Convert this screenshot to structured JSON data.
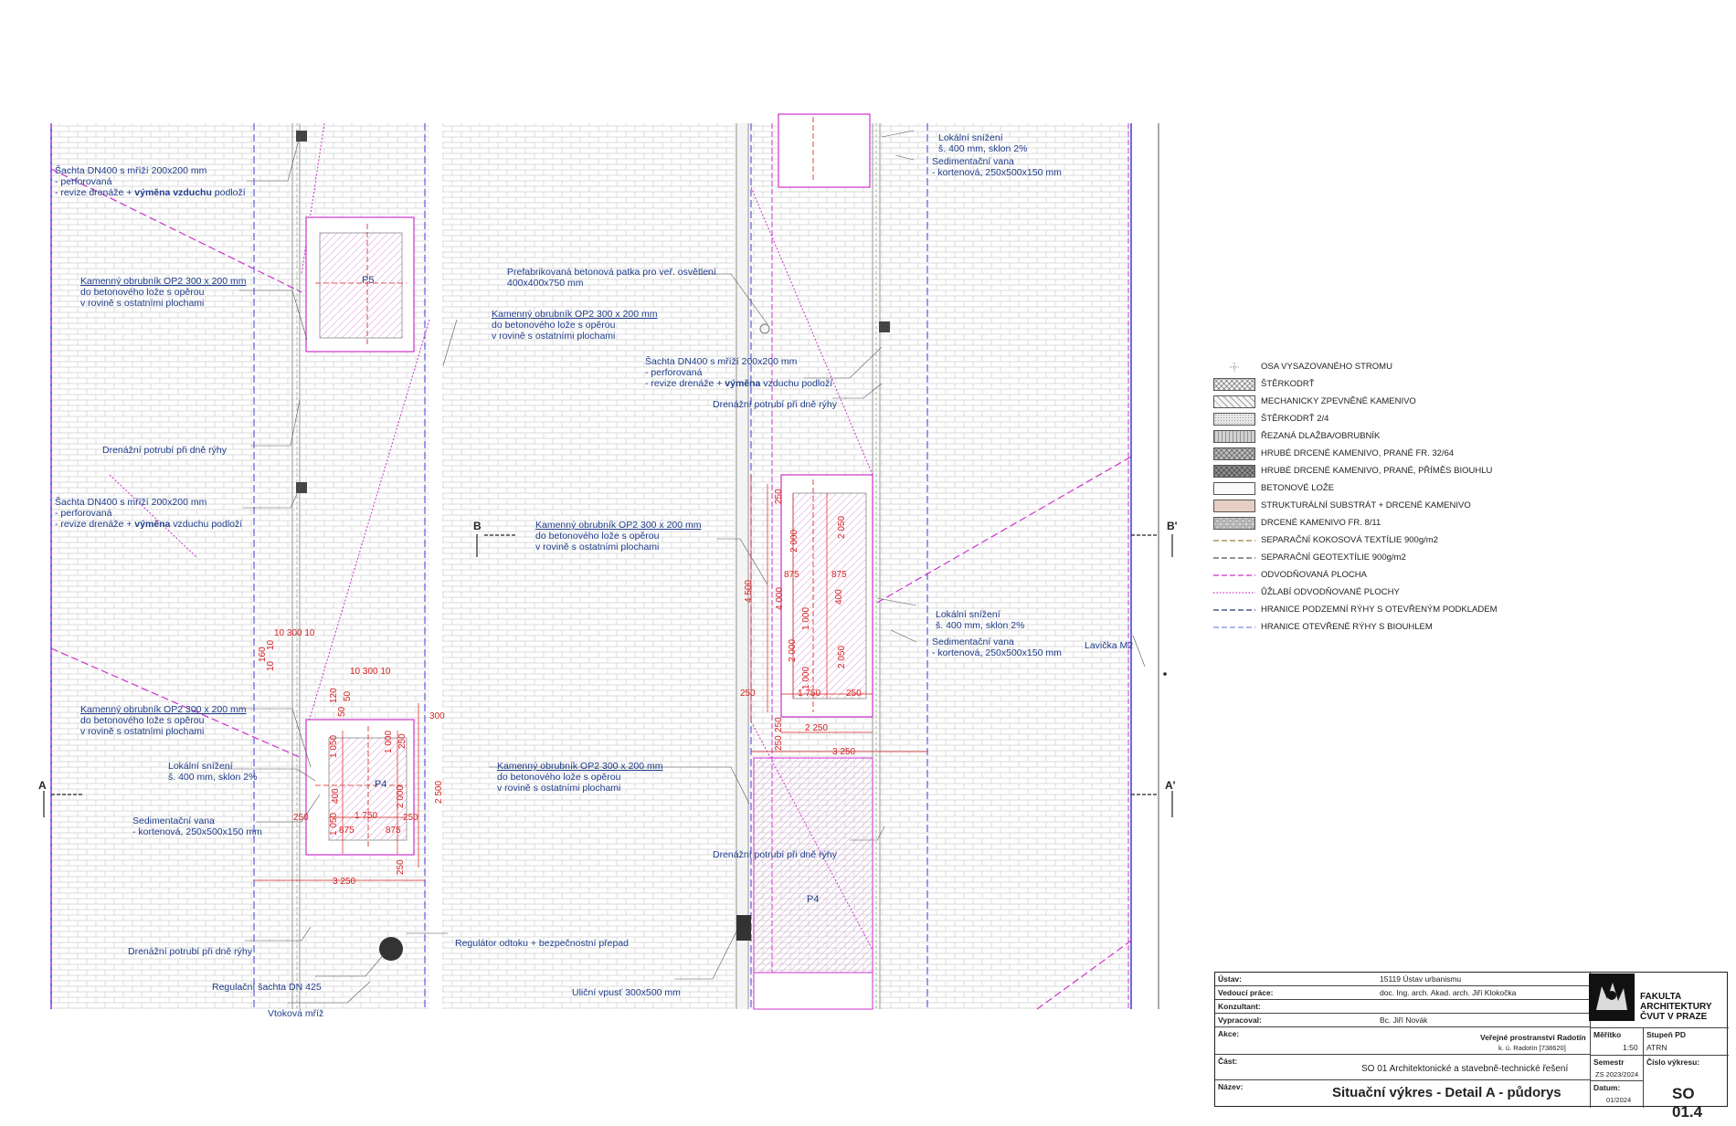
{
  "annotations": {
    "a1_l1": "Šachta DN400 s mříží 200x200 mm",
    "a1_l2": "- perforovaná",
    "a1_l3a": "- revize drenáže + ",
    "a1_l3b": "výměna vzduchu",
    "a1_l3c": " podloží",
    "a2_l1": "Kamenný obrubník OP2 300 x 200 mm",
    "a2_l2": "do betonového lože s opěrou",
    "a2_l3": "v rovině s ostatními plochami",
    "a3": "Drenážní potrubí při dně rýhy",
    "a4_l1": "Šachta DN400 s mříží 200x200 mm",
    "a4_l2": "- perforovaná",
    "a4_l3a": "- revize drenáže + ",
    "a4_l3b": "výměna",
    "a4_l3c": " vzduchu podloží",
    "a5_l1": "Kamenný obrubník OP2 300 x 200 mm",
    "a5_l2": "do betonového lože s opěrou",
    "a5_l3": "v rovině s ostatními plochami",
    "a6_l1": "Lokální snížení",
    "a6_l2": "š. 400 mm, sklon 2%",
    "a7_l1": "Sedimentační vana",
    "a7_l2": "- kortenová, 250x500x150 mm",
    "a8": "Drenážní potrubí při dně rýhy",
    "a9": "Regulační šachta DN 425",
    "a10": "Vtoková mříž",
    "a11": "Regulátor odtoku + bezpečnostní přepad",
    "a12_l1": "Kamenný obrubník OP2 300 x 200 mm",
    "a12_l2": "do betonového lože s opěrou",
    "a12_l3": "v rovině s ostatními plochami",
    "a13_l1": "Kamenný obrubník OP2 300 x 200 mm",
    "a13_l2": "do betonového lože s opěrou",
    "a13_l3": "v rovině s ostatními plochami",
    "a14_l1": "Kamenný obrubník OP2 300 x 200 mm",
    "a14_l2": "do betonového lože s opěrou",
    "a14_l3": "v rovině s ostatními plochami",
    "a15": "Uliční vpusť 300x500 mm",
    "a16_l1": "Prefabrikovaná betonová patka pro veř. osvětlení",
    "a16_l2": "400x400x750 mm",
    "a17_l1": "Šachta DN400 s mříží 200x200 mm",
    "a17_l2": "- perforovaná",
    "a17_l3a": "- revize drenáže + ",
    "a17_l3b": "výměna",
    "a17_l3c": " vzduchu podloží",
    "a18": "Drenážní potrubí při dně rýhy",
    "a19": "Drenážní potrubí při dně rýhy",
    "a20_l1": "Lokální snížení",
    "a20_l2": "š. 400 mm, sklon 2%",
    "a21_l1": "Sedimentační vana",
    "a21_l2": "- kortenová, 250x500x150 mm",
    "a22_l1": "Lokální snížení",
    "a22_l2": "š. 400 mm, sklon 2%",
    "a23_l1": "Sedimentační vana",
    "a23_l2": "- kortenová, 250x500x150 mm",
    "a24": "Lavička M2"
  },
  "labels": {
    "p5": "P5",
    "p4a": "P4",
    "p4b": "P4",
    "sec_a": "A",
    "sec_a2": "A'",
    "sec_b": "B",
    "sec_b2": "B'"
  },
  "dims": {
    "d1": "10 300 10",
    "d2": "10 300 10",
    "d3": "160",
    "d4": "10",
    "d5": "10",
    "d6": "120",
    "d7": "50",
    "d8": "50",
    "d9": "300",
    "d10": "1 050",
    "d11": "1 000",
    "d12": "250",
    "d13": "400",
    "d14": "2 000",
    "d15": "1 050",
    "d16": "1 750",
    "d17": "875",
    "d18": "875",
    "d19": "250",
    "d20": "250",
    "d21": "2 500",
    "d22": "3 250",
    "d23": "250",
    "d24": "250",
    "d25": "2 000",
    "d26": "2 050",
    "d27": "875",
    "d28": "875",
    "d29": "4 000",
    "d30": "1 000",
    "d31": "400",
    "d32": "2 000",
    "d33": "2 050",
    "d34": "4 500",
    "d35": "250",
    "d36": "1 000",
    "d37": "1 750",
    "d38": "250",
    "d39": "250",
    "d40": "2 250",
    "d41": "3 250",
    "d42": "250"
  },
  "legend": [
    {
      "label": "OSA VYSAZOVANÉHO STROMU",
      "symbol": "tree-axis-icon"
    },
    {
      "label": "ŠTĚRKODRŤ",
      "symbol": "crosshatch",
      "fill": "#f2f2f2"
    },
    {
      "label": "MECHANICKY ZPEVNĚNÉ KAMENIVO",
      "symbol": "diagonal",
      "fill": "#f6f6f6"
    },
    {
      "label": "ŠTĚRKODRŤ 2/4",
      "symbol": "dots",
      "fill": "#e8e8e8"
    },
    {
      "label": "ŘEZANÁ DLAŽBA/OBRUBNÍK",
      "symbol": "vertical",
      "fill": "#d2d2d2"
    },
    {
      "label": "HRUBÉ DRCENÉ KAMENIVO, PRANÉ FR. 32/64",
      "symbol": "crosshatch",
      "fill": "#bdbdbd"
    },
    {
      "label": "HRUBÉ DRCENÉ KAMENIVO, PRANÉ, PŘÍMĚS BIOUHLU",
      "symbol": "crosshatch",
      "fill": "#8f8f8f"
    },
    {
      "label": "BETONOVÉ LOŽE",
      "symbol": "plain",
      "fill": "#fafafa"
    },
    {
      "label": "STRUKTURÁLNÍ SUBSTRÁT + DRCENÉ KAMENIVO",
      "symbol": "plain",
      "fill": "#e6cfc2"
    },
    {
      "label": "DRCENÉ KAMENIVO FR. 8/11",
      "symbol": "pebbles",
      "fill": "#c8c8c8"
    },
    {
      "label": "SEPARAČNÍ KOKOSOVÁ TEXTÍLIE 900g/m2",
      "symbol": "dash-brown"
    },
    {
      "label": "SEPARAČNÍ GEOTEXTÍLIE  900g/m2",
      "symbol": "dash-grey"
    },
    {
      "label": "ODVODŇOVANÁ PLOCHA",
      "symbol": "dash-magenta"
    },
    {
      "label": "ŮŽLABÍ ODVODŇOVANÉ PLOCHY",
      "symbol": "dot-magenta"
    },
    {
      "label": "HRANICE PODZEMNÍ RÝHY S OTEVŘENÝM PODKLADEM",
      "symbol": "dash-navy"
    },
    {
      "label": "HRANICE OTEVŘENÉ RÝHY S BIOUHLEM",
      "symbol": "dash-blue"
    }
  ],
  "title_block": {
    "ustav_k": "Ústav:",
    "ustav_v": "15119  Ústav urbanismu",
    "vedouci_k": "Vedoucí práce:",
    "vedouci_v": "doc. Ing. arch. Akad. arch. Jiří Klokočka",
    "konzultant_k": "Konzultant:",
    "vypracoval_k": "Vypracoval:",
    "vypracoval_v": "Bc. Jiří Novák",
    "akce_k": "Akce:",
    "akce_v1": "Veřejné prostranství Radotín",
    "akce_v2": "k. ú. Radotín [738620]",
    "meritko_k": "Měřítko",
    "meritko_v": "1:50",
    "stupen_k": "Stupeň PD",
    "stupen_v": "ATRN",
    "cast_k": "Část:",
    "cast_v": "SO 01 Architektonické a stavebně-technické řešení",
    "semestr_k": "Semestr",
    "semestr_v": "ZS 2023/2024",
    "cislo_k": "Číslo výkresu:",
    "nazev_k": "Název:",
    "nazev_v": "Situační výkres - Detail A - půdorys",
    "datum_k": "Datum:",
    "datum_v": "01/2024",
    "cislo_v": "SO 01.4",
    "logo_l1": "FAKULTA",
    "logo_l2": "ARCHITEKTURY",
    "logo_l3": "ČVUT V PRAZE"
  },
  "colors": {
    "annotation": "#1f3d8a",
    "dimension": "#d61f1f",
    "magenta": "#cc33cc",
    "blue_line": "#3b3bd8",
    "brick": "#c9c9c9"
  }
}
